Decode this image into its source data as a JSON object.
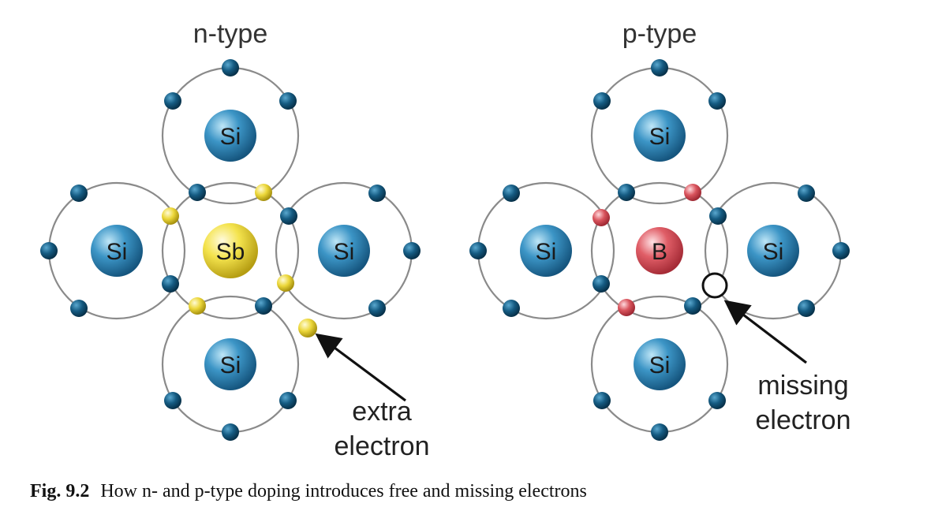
{
  "panels": {
    "ntype": {
      "title": "n-type",
      "center": {
        "symbol": "Sb"
      },
      "atoms": {
        "top": "Si",
        "left": "Si",
        "right": "Si",
        "bottom": "Si"
      },
      "annotation": [
        "extra",
        "electron"
      ]
    },
    "ptype": {
      "title": "p-type",
      "center": {
        "symbol": "B"
      },
      "atoms": {
        "top": "Si",
        "left": "Si",
        "right": "Si",
        "bottom": "Si"
      },
      "annotation": [
        "missing",
        "electron"
      ]
    }
  },
  "caption": {
    "label": "Fig. 9.2",
    "text": "How n- and p-type doping introduces free and missing electrons"
  },
  "colors": {
    "silicon": "#2f86b8",
    "antimony": "#f2e04a",
    "boron": "#d9535c",
    "electron": "#0e4c6e",
    "donor_electron": "#e8d22e",
    "acceptor_electron": "#d24f58",
    "orbit": "#8a8a8a"
  },
  "icons": {
    "silicon": "silicon-atom-icon",
    "antimony": "antimony-atom-icon",
    "boron": "boron-atom-icon",
    "electron": "electron-dot-icon",
    "hole": "hole-circle-icon",
    "arrow": "arrow-icon"
  }
}
